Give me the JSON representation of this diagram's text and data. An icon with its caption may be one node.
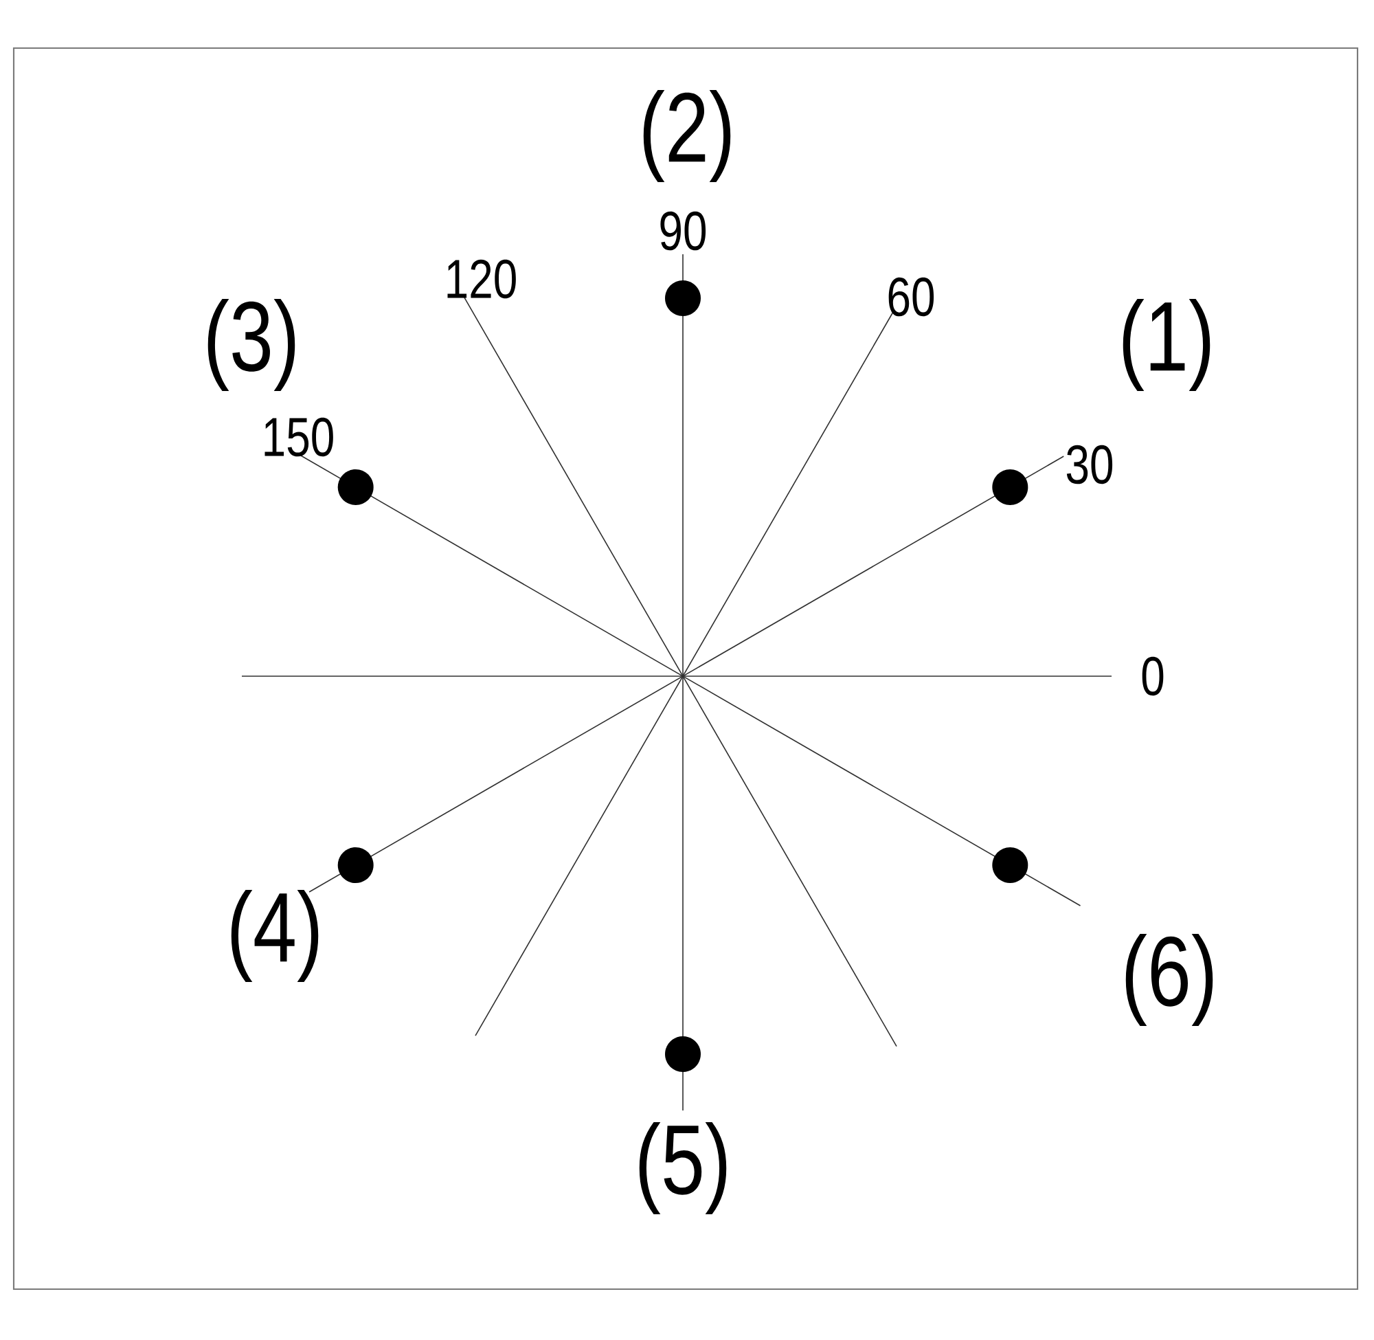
{
  "diagram": {
    "labels": [
      "(2)",
      "90",
      "120",
      "60",
      "(3)",
      "(1)",
      "150",
      "30",
      "0",
      "(4)",
      "(6)",
      "(5)"
    ]
  }
}
